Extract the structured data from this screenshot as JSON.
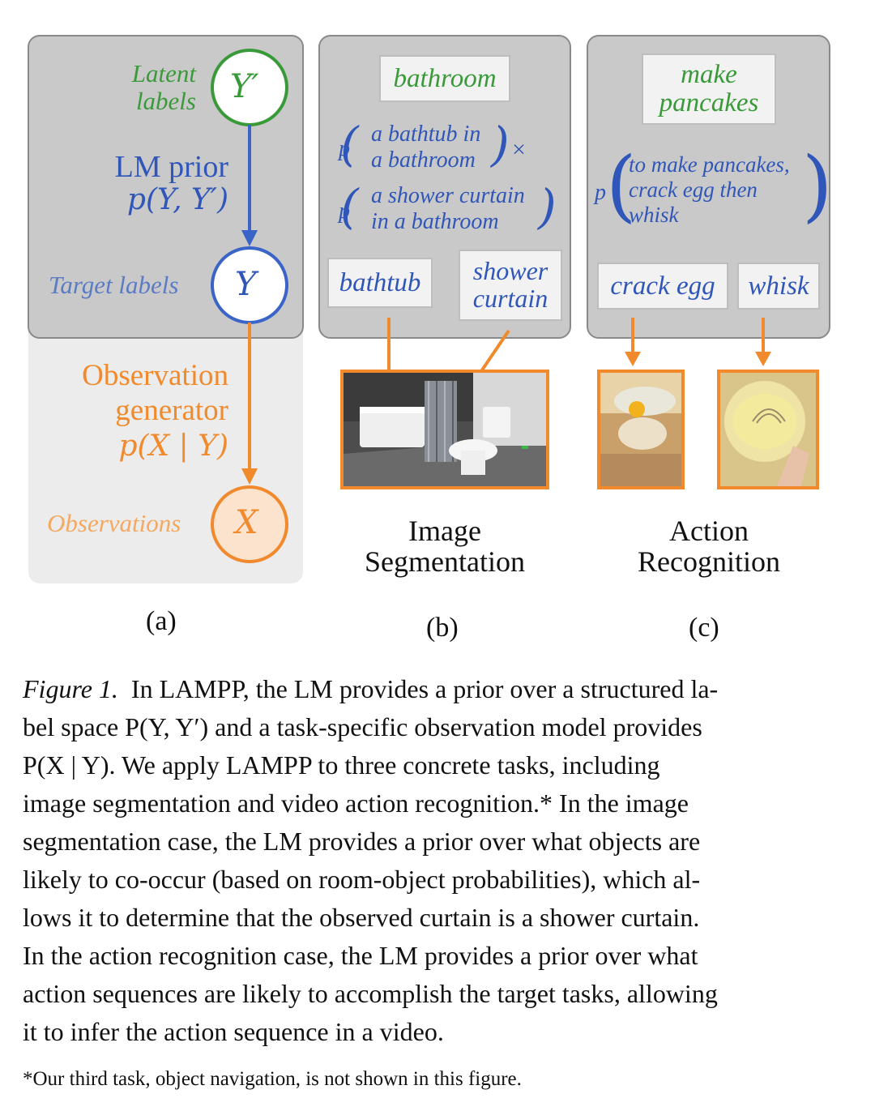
{
  "panel_a": {
    "latent_labels": [
      "Latent",
      "labels"
    ],
    "y_prime": "Y′",
    "lm_prior": "LM prior",
    "lm_prior_formula": "p(Y, Y′)",
    "target_labels": "Target labels",
    "y": "Y",
    "observation_generator": [
      "Observation",
      "generator"
    ],
    "obs_formula": "p(X | Y)",
    "observations": "Observations",
    "x": "X",
    "sub_label": "(a)"
  },
  "panel_b": {
    "room": "bathroom",
    "p1": [
      "a bathtub in",
      "a bathroom"
    ],
    "times": "×",
    "p2": [
      "a shower curtain",
      "in a bathroom"
    ],
    "p_symbol": "p",
    "label_1": "bathtub",
    "label_2": [
      "shower",
      "curtain"
    ],
    "task_name": [
      "Image",
      "Segmentation"
    ],
    "sub_label": "(b)"
  },
  "panel_c": {
    "task": [
      "make",
      "pancakes"
    ],
    "p_symbol": "p",
    "p1": [
      "to make pancakes,",
      "crack egg then",
      "whisk"
    ],
    "label_1": "crack egg",
    "label_2": "whisk",
    "task_name": [
      "Action",
      "Recognition"
    ],
    "sub_label": "(c)"
  },
  "caption": {
    "figure_label": "Figure 1.",
    "lines": [
      "In LAMPP, the LM provides a prior over a structured la-",
      "bel space P(Y, Y′) and a task-specific observation model provides",
      "P(X | Y). We apply LAMPP to three concrete tasks, including",
      "image segmentation and video action recognition.* In the image",
      "segmentation case, the LM provides a prior over what objects are",
      "likely to co-occur (based on room-object probabilities), which al-",
      "lows it to determine that the observed curtain is a shower curtain.",
      "In the action recognition case, the LM provides a prior over what",
      "action sequences are likely to accomplish the target tasks, allowing",
      "it to infer the action sequence in a video."
    ]
  },
  "footnote": "*Our third task, object navigation, is not shown in this figure.",
  "colors": {
    "green": "#3a9a3a",
    "blue": "#2f56b8",
    "orange": "#f08a2c",
    "panel_gray": "#c9c9c9",
    "panel_light": "#ececec"
  }
}
